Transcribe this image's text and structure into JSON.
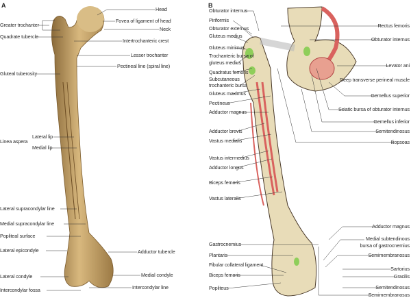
{
  "panel_a": {
    "letter": "A",
    "left_labels": [
      "Greater trochanter",
      "Quadrate tubercle",
      "Gluteal tuberosity",
      "Linea aspera",
      "Lateral lip",
      "Medial lip",
      "Lateral supracondylar line",
      "Medial supracondylar line",
      "Popliteal surface",
      "Lateral epicondyle",
      "Lateral condyle",
      "Intercondylar fossa"
    ],
    "right_labels": [
      "Head",
      "Fovea of ligament of head",
      "Neck",
      "Intertrochanteric crest",
      "Lesser trochanter",
      "Pectineal line (spiral line)",
      "Adductor tubercle",
      "Medial condyle",
      "Intercondylar line"
    ]
  },
  "panel_b": {
    "letter": "B",
    "left_labels": [
      "Obturator internus",
      "Piriformis",
      "Obturator externus",
      "Gluteus medius",
      "Gluteus minimus",
      "Trochanteric bursa of",
      "gluteus medius",
      "Quadratus femoris",
      "Subcutaneous",
      "trochanteric bursa",
      "Gluteus maximus",
      "Pectineus",
      "Adductor magnus",
      "Adductor brevis",
      "Vastus medialis",
      "Vastus intermedius",
      "Adductor longus",
      "Biceps femoris",
      "Vastus lateralis",
      "Gastrocnemius",
      "Plantaris",
      "Fibular collateral ligament",
      "Biceps femoris",
      "Popliteus"
    ],
    "right_labels": [
      "Rectus femoris",
      "Obturator internus",
      "Levator ani",
      "Deep transverse perineal muscle",
      "Gemellus superior",
      "Sciatic bursa of obturator internus",
      "Gemellus inferior",
      "Semitendinosus",
      "Iliopsoas",
      "Adductor magnus",
      "Medial subtendinous",
      "bursa of gastrocnemius",
      "Semimembranosus",
      "Sartorius",
      "Gracilis",
      "Semitendinosus",
      "Semimembranosus"
    ]
  },
  "colors": {
    "bone": "#c9a46a",
    "bone_b": "#e8dcb8",
    "muscle": "#d9625e",
    "bursa": "#8fce5a",
    "line": "#333333"
  }
}
